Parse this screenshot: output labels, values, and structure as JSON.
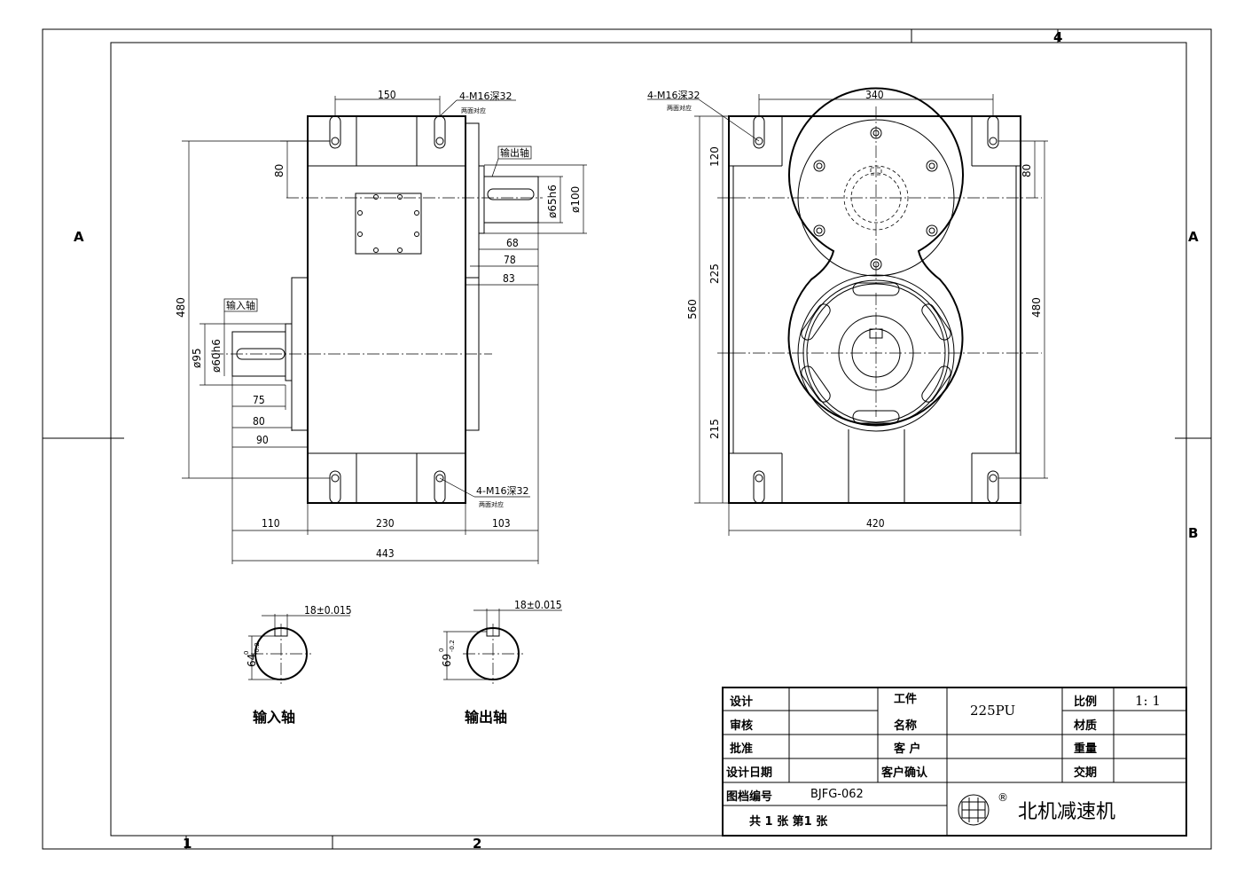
{
  "zones": {
    "col1": "1",
    "col2": "2",
    "col4": "4",
    "rowA_left": "A",
    "rowA_right": "A",
    "rowB_right": "B"
  },
  "front_view": {
    "dims": {
      "d150": "150",
      "d80": "80",
      "d480": "480",
      "d95": "ø95",
      "d60h6": "ø60h6",
      "d75": "75",
      "d80b": "80",
      "d90": "90",
      "d65h6": "ø65h6",
      "d100": "ø100",
      "d68": "68",
      "d78": "78",
      "d83": "83",
      "d110": "110",
      "d230": "230",
      "d103": "103",
      "d443": "443"
    },
    "notes": {
      "bolt_top": "4-M16深32",
      "bolt_top_sub": "两面对应",
      "bolt_bottom": "4-M16深32",
      "bolt_bottom_sub": "两面对应",
      "output_label": "输出轴",
      "input_label": "输入轴"
    }
  },
  "side_view": {
    "dims": {
      "d340": "340",
      "d120": "120",
      "d225": "225",
      "d560": "560",
      "d215": "215",
      "d80": "80",
      "d480": "480",
      "d420": "420"
    },
    "notes": {
      "bolt": "4-M16深32",
      "bolt_sub": "两面对应"
    }
  },
  "sections": {
    "input": {
      "key": "18±0.015",
      "dia": "64",
      "tol_up": "0",
      "tol_dn": "-0.2",
      "label": "输入轴"
    },
    "output": {
      "key": "18±0.015",
      "dia": "69",
      "tol_up": "0",
      "tol_dn": "-0.2",
      "label": "输出轴"
    }
  },
  "title_block": {
    "design": "设计",
    "review": "审核",
    "approve": "批准",
    "design_date": "设计日期",
    "part_name_1": "工件",
    "part_name_2": "名称",
    "part_name_value": "225PU",
    "customer": "客 户",
    "customer_confirm": "客户确认",
    "scale": "比例",
    "scale_value": "1: 1",
    "material": "材质",
    "weight": "重量",
    "delivery": "交期",
    "drawing_no_label": "图档编号",
    "drawing_no": "BJFG-062",
    "sheets": "共 1 张  第1 张",
    "company": "北机减速机",
    "reg_mark": "®"
  }
}
